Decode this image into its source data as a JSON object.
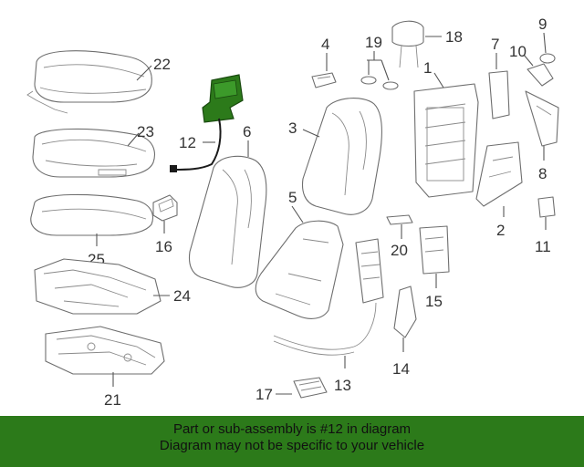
{
  "callouts": {
    "c1": "1",
    "c2": "2",
    "c3": "3",
    "c4": "4",
    "c5": "5",
    "c6": "6",
    "c7": "7",
    "c8": "8",
    "c9": "9",
    "c10": "10",
    "c11": "11",
    "c12": "12",
    "c13": "13",
    "c14": "14",
    "c15": "15",
    "c16": "16",
    "c17": "17",
    "c18": "18",
    "c19": "19",
    "c20": "20",
    "c21": "21",
    "c22": "22",
    "c23": "23",
    "c24": "24",
    "c25": "25"
  },
  "highlight": {
    "part": "12",
    "color": "#2c7a1a"
  },
  "banner": {
    "line1": "Part or sub-assembly is #12 in diagram",
    "line2": "Diagram may not be specific to your vehicle",
    "color": "#2c7a1a"
  }
}
